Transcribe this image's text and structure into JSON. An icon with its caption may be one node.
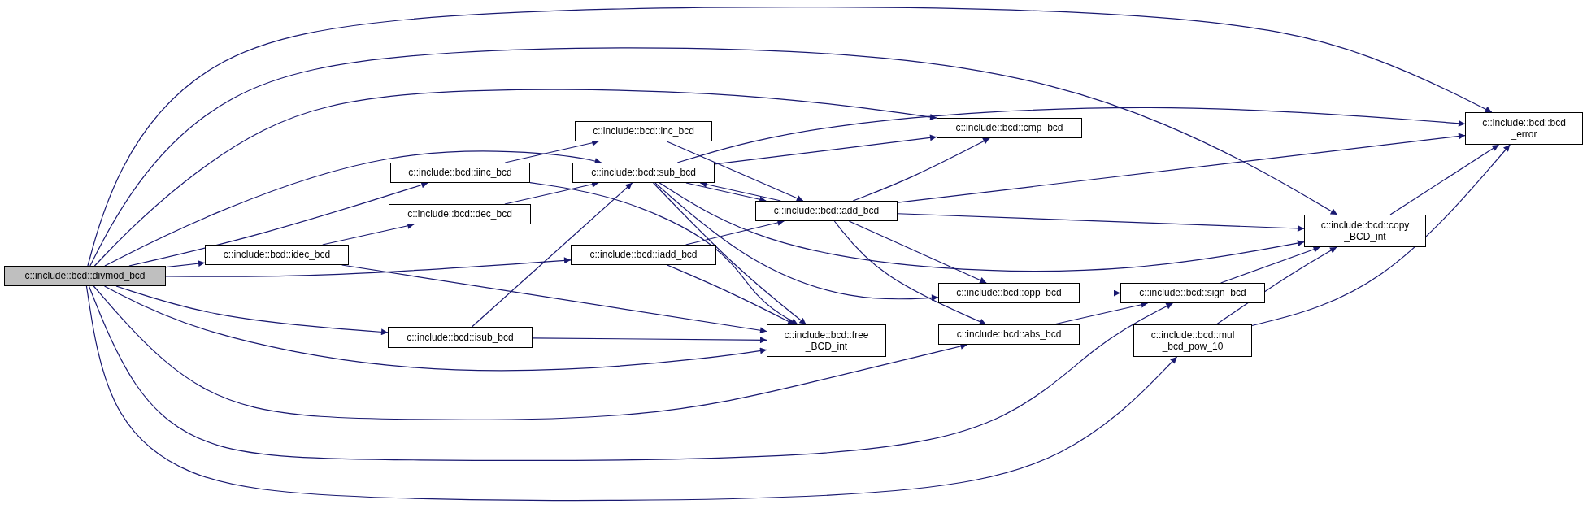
{
  "diagram": {
    "nodes": [
      {
        "text": [
          "c::include::bcd::divmod_bcd"
        ]
      },
      {
        "text": [
          "c::include::bcd::iinc_bcd"
        ]
      },
      {
        "text": [
          "c::include::bcd::dec_bcd"
        ]
      },
      {
        "text": [
          "c::include::bcd::idec_bcd"
        ]
      },
      {
        "text": [
          "c::include::bcd::isub_bcd"
        ]
      },
      {
        "text": [
          "c::include::bcd::inc_bcd"
        ]
      },
      {
        "text": [
          "c::include::bcd::sub_bcd"
        ]
      },
      {
        "text": [
          "c::include::bcd::iadd_bcd"
        ]
      },
      {
        "text": [
          "c::include::bcd::free _BCD_int"
        ]
      },
      {
        "text": [
          "c::include::bcd::add_bcd"
        ]
      },
      {
        "text": [
          "c::include::bcd::cmp_bcd"
        ]
      },
      {
        "text": [
          "c::include::bcd::opp_bcd"
        ]
      },
      {
        "text": [
          "c::include::bcd::abs_bcd"
        ]
      },
      {
        "text": [
          "c::include::bcd::sign_bcd"
        ]
      },
      {
        "text": [
          "c::include::bcd::mul _bcd_pow_10"
        ]
      },
      {
        "text": [
          "c::include::bcd::copy _BCD_int"
        ]
      },
      {
        "text": [
          "c::include::bcd::bcd _error"
        ]
      }
    ],
    "edges": [
      {
        "from": 0,
        "to": 16,
        "arrow": "to"
      },
      {
        "from": 0,
        "to": 15,
        "arrow": "to"
      },
      {
        "from": 0,
        "to": 10,
        "arrow": "to"
      },
      {
        "from": 0,
        "to": 6,
        "arrow": "to"
      },
      {
        "from": 0,
        "to": 1,
        "arrow": "to"
      },
      {
        "from": 0,
        "to": 3,
        "arrow": "to"
      },
      {
        "from": 0,
        "to": 7,
        "arrow": "to"
      },
      {
        "from": 0,
        "to": 4,
        "arrow": "to"
      },
      {
        "from": 0,
        "to": 8,
        "arrow": "to"
      },
      {
        "from": 0,
        "to": 12,
        "arrow": "to"
      },
      {
        "from": 0,
        "to": 13,
        "arrow": "to"
      },
      {
        "from": 0,
        "to": 14,
        "arrow": "to"
      },
      {
        "from": 1,
        "to": 5,
        "arrow": "to"
      },
      {
        "from": 1,
        "to": 8,
        "arrow": "to"
      },
      {
        "from": 3,
        "to": 2,
        "arrow": "to"
      },
      {
        "from": 3,
        "to": 8,
        "arrow": "to"
      },
      {
        "from": 2,
        "to": 6,
        "arrow": "to"
      },
      {
        "from": 4,
        "to": 6,
        "arrow": "to"
      },
      {
        "from": 4,
        "to": 8,
        "arrow": "to"
      },
      {
        "from": 5,
        "to": 9,
        "arrow": "to"
      },
      {
        "from": 6,
        "to": 10,
        "arrow": "to"
      },
      {
        "from": 6,
        "to": 16,
        "arrow": "to"
      },
      {
        "from": 6,
        "to": 9,
        "arrow": "to"
      },
      {
        "from": 6,
        "to": 8,
        "arrow": "to"
      },
      {
        "from": 6,
        "to": 11,
        "arrow": "to"
      },
      {
        "from": 6,
        "to": 15,
        "arrow": "to"
      },
      {
        "from": 7,
        "to": 9,
        "arrow": "to"
      },
      {
        "from": 7,
        "to": 8,
        "arrow": "to"
      },
      {
        "from": 9,
        "to": 6,
        "arrow": "to"
      },
      {
        "from": 9,
        "to": 10,
        "arrow": "to"
      },
      {
        "from": 9,
        "to": 16,
        "arrow": "to"
      },
      {
        "from": 9,
        "to": 15,
        "arrow": "to"
      },
      {
        "from": 9,
        "to": 11,
        "arrow": "to"
      },
      {
        "from": 9,
        "to": 12,
        "arrow": "to"
      },
      {
        "from": 11,
        "to": 13,
        "arrow": "to"
      },
      {
        "from": 12,
        "to": 13,
        "arrow": "to"
      },
      {
        "from": 13,
        "to": 15,
        "arrow": "to"
      },
      {
        "from": 14,
        "to": 15,
        "arrow": "to"
      },
      {
        "from": 14,
        "to": 16,
        "arrow": "to"
      },
      {
        "from": 15,
        "to": 16,
        "arrow": "to"
      }
    ]
  }
}
